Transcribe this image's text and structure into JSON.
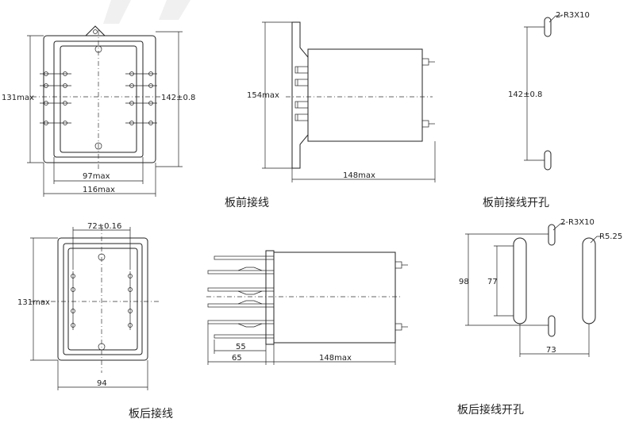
{
  "labels": {
    "front_131": "131max",
    "front_142": "142±0.8",
    "front_97": "97max",
    "front_116": "116max",
    "side_154": "154max",
    "side_148": "148max",
    "cut_front_slot": "2-R3X10",
    "cut_front_142": "142±0.8",
    "back_72": "72±0.16",
    "back_131": "131max",
    "back_94": "94",
    "rear_55": "55",
    "rear_65": "65",
    "rear_148": "148max",
    "cut_back_slot": "2-R3X10",
    "cut_back_r": "R5.25",
    "cut_back_98": "98",
    "cut_back_77": "77",
    "cut_back_73": "73"
  },
  "captions": {
    "front_wiring": "板前接线",
    "front_cutout": "板前接线开孔",
    "back_wiring": "板后接线",
    "back_cutout": "板后接线开孔"
  }
}
